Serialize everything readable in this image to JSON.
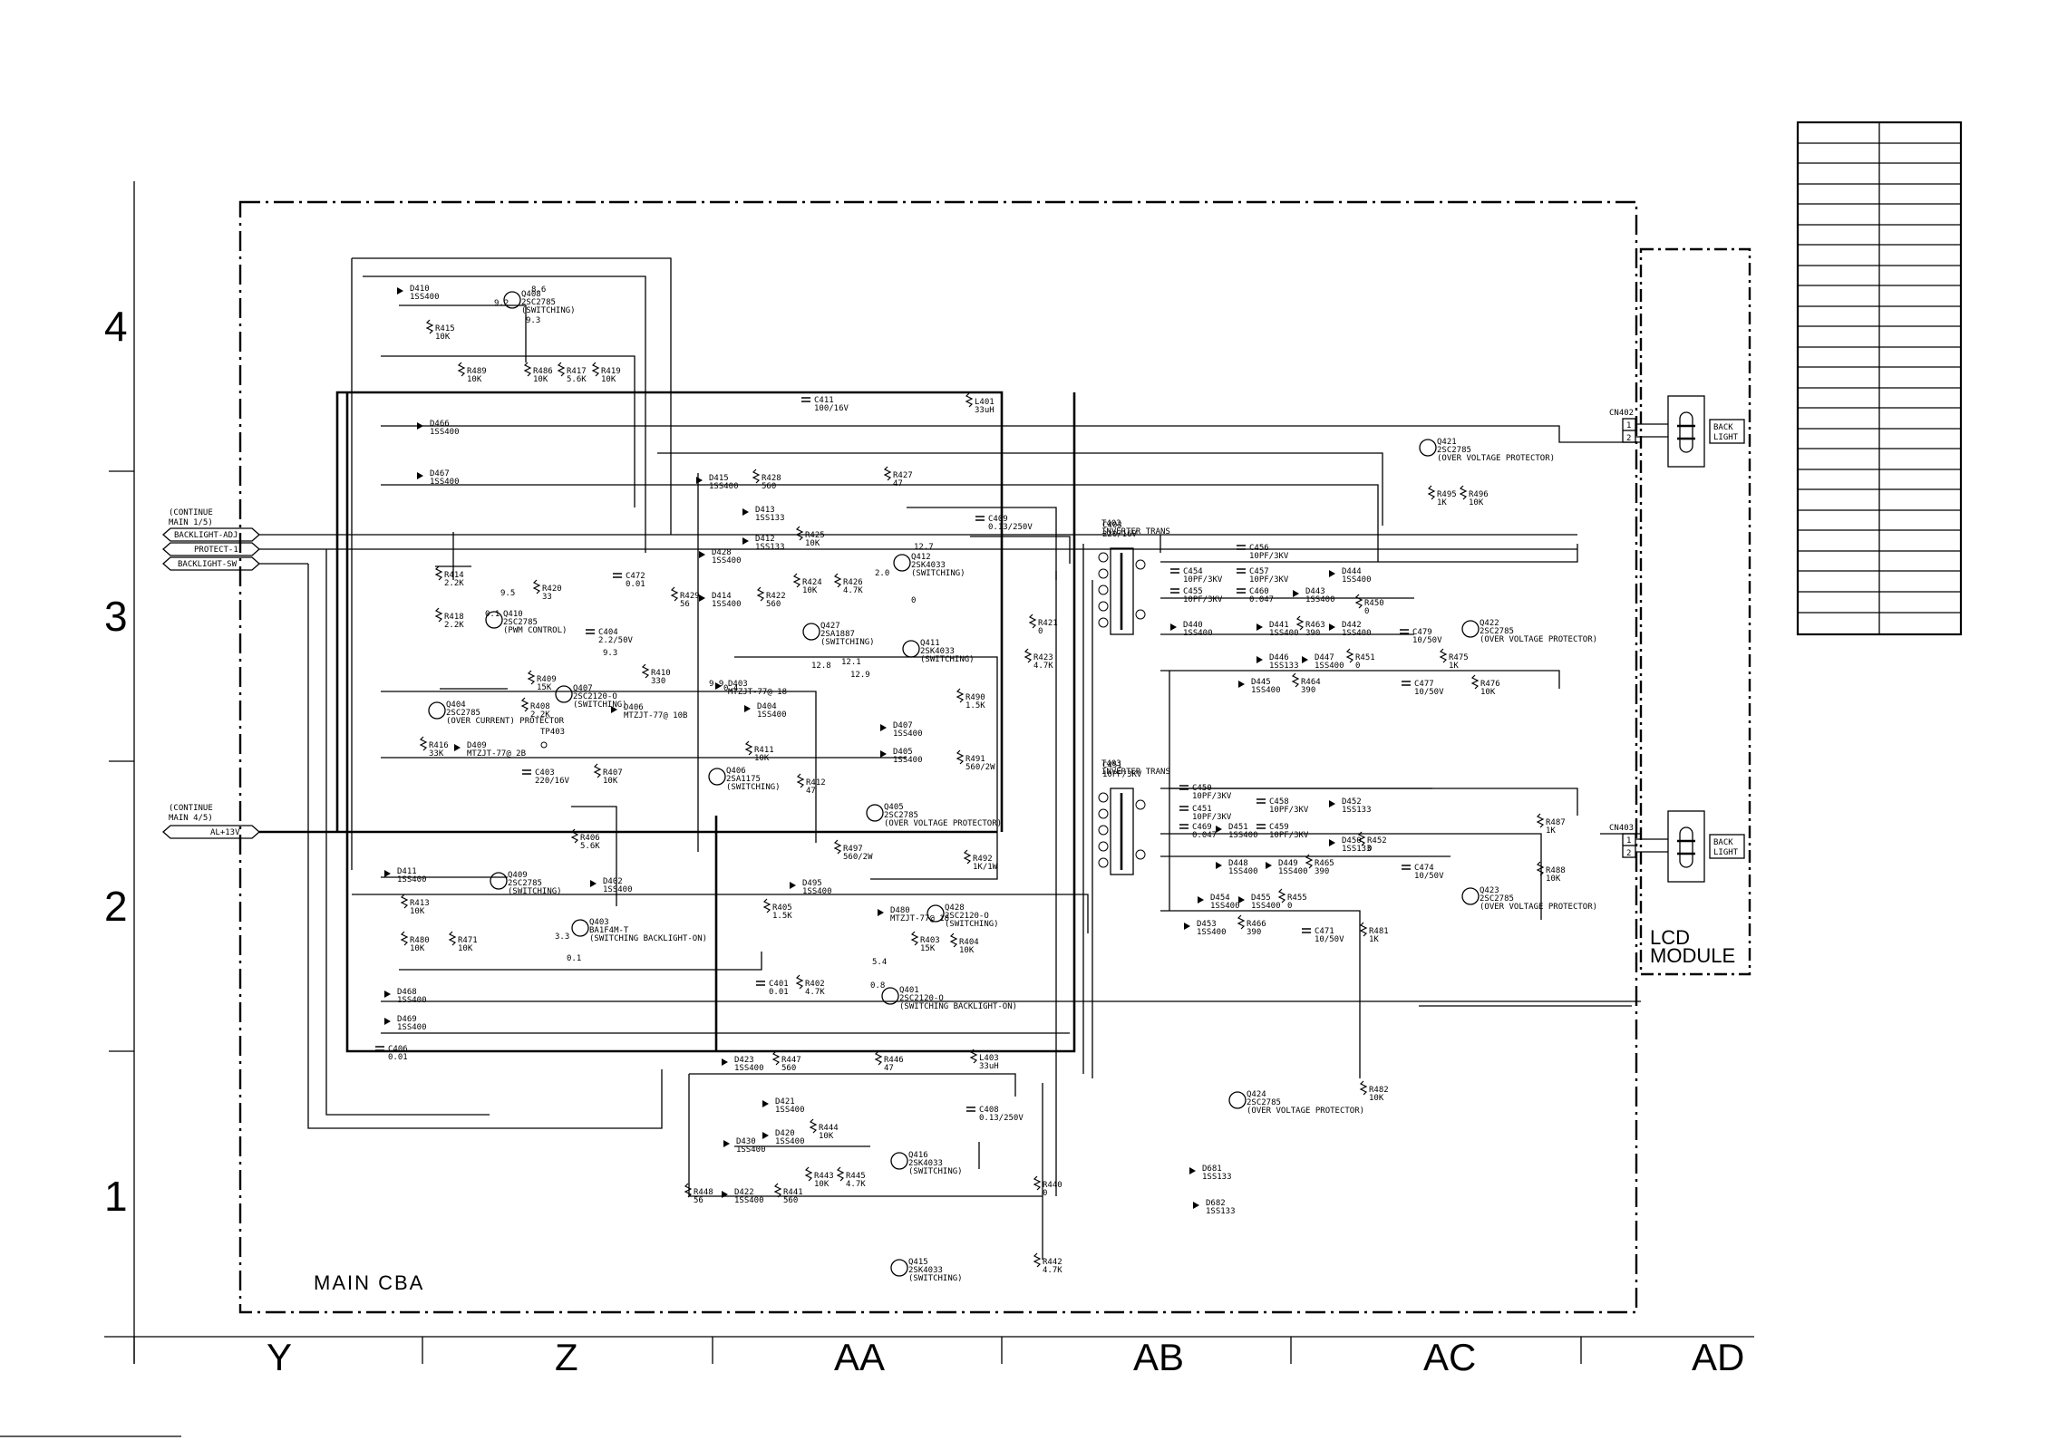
{
  "grid": {
    "rows": [
      "4",
      "3",
      "2",
      "1"
    ],
    "columns": [
      "Y",
      "Z",
      "AA",
      "AB",
      "AC",
      "AD"
    ]
  },
  "boards": {
    "main": "MAIN CBA",
    "lcd_line1": "LCD",
    "lcd_line2": "MODULE"
  },
  "connectors": {
    "cn402": "CN402",
    "cn403": "CN403",
    "backlight_top_1": "BACK",
    "backlight_top_2": "LIGHT",
    "backlight_bot_1": "BACK",
    "backlight_bot_2": "LIGHT",
    "pin1": "1",
    "pin2": "2"
  },
  "signals": {
    "continue_top_1": "(CONTINUE",
    "continue_top_2": "MAIN 1/5)",
    "backlight_adj": "BACKLIGHT-ADJ",
    "protect": "PROTECT-1",
    "backlight_sw": "BACKLIGHT-SW",
    "continue_bot_1": "(CONTINUE",
    "continue_bot_2": "MAIN 4/5)",
    "al13v": "AL+13V"
  },
  "components": [
    {
      "ref": "D410",
      "value": "1SS400"
    },
    {
      "ref": "Q408",
      "value": "2SC2785",
      "note": "(SWITCHING)"
    },
    {
      "ref": "R415",
      "value": "10K"
    },
    {
      "ref": "R489",
      "value": "10K"
    },
    {
      "ref": "R486",
      "value": "10K"
    },
    {
      "ref": "R417",
      "value": "5.6K"
    },
    {
      "ref": "R419",
      "value": "10K"
    },
    {
      "ref": "C411",
      "value": "100/16V"
    },
    {
      "ref": "L401",
      "value": "33uH"
    },
    {
      "ref": "D466",
      "value": "1SS400"
    },
    {
      "ref": "D467",
      "value": "1SS400"
    },
    {
      "ref": "D415",
      "value": "1SS400"
    },
    {
      "ref": "R428",
      "value": "560"
    },
    {
      "ref": "D413",
      "value": "1SS133"
    },
    {
      "ref": "D412",
      "value": "1SS133"
    },
    {
      "ref": "R425",
      "value": "10K"
    },
    {
      "ref": "R427",
      "value": "47"
    },
    {
      "ref": "Q412",
      "value": "2SK4033",
      "note": "(SWITCHING)"
    },
    {
      "ref": "C409",
      "value": "0.13/250V"
    },
    {
      "ref": "T402",
      "value": "INVERTER TRANS"
    },
    {
      "ref": "D428",
      "value": "1SS400"
    },
    {
      "ref": "R424",
      "value": "10K"
    },
    {
      "ref": "R426",
      "value": "4.7K"
    },
    {
      "ref": "R414",
      "value": "2.2K"
    },
    {
      "ref": "R418",
      "value": "2.2K"
    },
    {
      "ref": "R420",
      "value": "33"
    },
    {
      "ref": "Q410",
      "value": "2SC2785",
      "note": "(PWM CONTROL)"
    },
    {
      "ref": "C472",
      "value": "0.01"
    },
    {
      "ref": "R429",
      "value": "56"
    },
    {
      "ref": "D414",
      "value": "1SS400"
    },
    {
      "ref": "R422",
      "value": "560"
    },
    {
      "ref": "C404",
      "value": "2.2/50V"
    },
    {
      "ref": "Q427",
      "value": "2SA1887",
      "note": "(SWITCHING)"
    },
    {
      "ref": "Q411",
      "value": "2SK4033",
      "note": "(SWITCHING)"
    },
    {
      "ref": "R421",
      "value": "0"
    },
    {
      "ref": "R423",
      "value": "4.7K"
    },
    {
      "ref": "R410",
      "value": "330"
    },
    {
      "ref": "Q407",
      "value": "2SC2120-O",
      "note": "(SWITCHING)"
    },
    {
      "ref": "D403",
      "value": "MTZJT-77@ 18"
    },
    {
      "ref": "D404",
      "value": "1SS400"
    },
    {
      "ref": "R490",
      "value": "1.5K"
    },
    {
      "ref": "R409",
      "value": "15K"
    },
    {
      "ref": "R408",
      "value": "2.2K"
    },
    {
      "ref": "D406",
      "value": "MTZJT-77@ 10B"
    },
    {
      "ref": "Q404",
      "value": "2SC2785",
      "note": "(OVER CURRENT) PROTECTOR"
    },
    {
      "ref": "TP403",
      "value": ""
    },
    {
      "ref": "R416",
      "value": "33K"
    },
    {
      "ref": "D409",
      "value": "MTZJT-77@ 2B"
    },
    {
      "ref": "C403",
      "value": "220/16V"
    },
    {
      "ref": "R407",
      "value": "10K"
    },
    {
      "ref": "R411",
      "value": "10K"
    },
    {
      "ref": "D407",
      "value": "1SS400"
    },
    {
      "ref": "D405",
      "value": "1SS400"
    },
    {
      "ref": "Q406",
      "value": "2SA1175",
      "note": "(SWITCHING)"
    },
    {
      "ref": "R412",
      "value": "47"
    },
    {
      "ref": "Q405",
      "value": "2SC2785",
      "note": "(OVER VOLTAGE PROTECTOR)"
    },
    {
      "ref": "R491",
      "value": "560/2W"
    },
    {
      "ref": "R497",
      "value": "560/2W"
    },
    {
      "ref": "R492",
      "value": "1K/1W"
    },
    {
      "ref": "R406",
      "value": "5.6K"
    },
    {
      "ref": "D411",
      "value": "1SS400"
    },
    {
      "ref": "Q409",
      "value": "2SC2785",
      "note": "(SWITCHING)"
    },
    {
      "ref": "D402",
      "value": "1SS400"
    },
    {
      "ref": "R413",
      "value": "10K"
    },
    {
      "ref": "R480",
      "value": "10K"
    },
    {
      "ref": "R471",
      "value": "10K"
    },
    {
      "ref": "Q403",
      "value": "BA1F4M-T",
      "note": "(SWITCHING BACKLIGHT-ON)"
    },
    {
      "ref": "D495",
      "value": "1SS400"
    },
    {
      "ref": "R405",
      "value": "1.5K"
    },
    {
      "ref": "D480",
      "value": "MTZJT-77@ 18"
    },
    {
      "ref": "R403",
      "value": "15K"
    },
    {
      "ref": "R404",
      "value": "10K"
    },
    {
      "ref": "Q428",
      "value": "2SC2120-O",
      "note": "(SWITCHING)"
    },
    {
      "ref": "C401",
      "value": "0.01"
    },
    {
      "ref": "R402",
      "value": "4.7K"
    },
    {
      "ref": "Q401",
      "value": "2SC2120-O",
      "note": "(SWITCHING BACKLIGHT-ON)"
    },
    {
      "ref": "D468",
      "value": "1SS400"
    },
    {
      "ref": "D469",
      "value": "1SS400"
    },
    {
      "ref": "C406",
      "value": "0.01"
    },
    {
      "ref": "D423",
      "value": "1SS400"
    },
    {
      "ref": "R447",
      "value": "560"
    },
    {
      "ref": "R446",
      "value": "47"
    },
    {
      "ref": "L403",
      "value": "33uH"
    },
    {
      "ref": "D421",
      "value": "1SS400"
    },
    {
      "ref": "D420",
      "value": "1SS400"
    },
    {
      "ref": "R444",
      "value": "10K"
    },
    {
      "ref": "C408",
      "value": "0.13/250V"
    },
    {
      "ref": "Q416",
      "value": "2SK4033",
      "note": "(SWITCHING)"
    },
    {
      "ref": "D430",
      "value": "1SS400"
    },
    {
      "ref": "R443",
      "value": "10K"
    },
    {
      "ref": "R445",
      "value": "4.7K"
    },
    {
      "ref": "R448",
      "value": "56"
    },
    {
      "ref": "D422",
      "value": "1SS400"
    },
    {
      "ref": "R441",
      "value": "560"
    },
    {
      "ref": "R440",
      "value": "0"
    },
    {
      "ref": "Q415",
      "value": "2SK4033",
      "note": "(SWITCHING)"
    },
    {
      "ref": "R442",
      "value": "4.7K"
    },
    {
      "ref": "T403",
      "value": "INVERTER TRANS"
    },
    {
      "ref": "C454",
      "value": "10PF/3KV"
    },
    {
      "ref": "C455",
      "value": "10PF/3KV"
    },
    {
      "ref": "C456",
      "value": "10PF/3KV"
    },
    {
      "ref": "C457",
      "value": "10PF/3KV"
    },
    {
      "ref": "C460",
      "value": "0.047"
    },
    {
      "ref": "D443",
      "value": "1SS400"
    },
    {
      "ref": "D444",
      "value": "1SS400"
    },
    {
      "ref": "R450",
      "value": "0"
    },
    {
      "ref": "D440",
      "value": "1SS400"
    },
    {
      "ref": "D441",
      "value": "1SS400"
    },
    {
      "ref": "R463",
      "value": "390"
    },
    {
      "ref": "D442",
      "value": "1SS400"
    },
    {
      "ref": "C479",
      "value": "10/50V"
    },
    {
      "ref": "D446",
      "value": "1SS133"
    },
    {
      "ref": "D447",
      "value": "1SS400"
    },
    {
      "ref": "R451",
      "value": "0"
    },
    {
      "ref": "D445",
      "value": "1SS400"
    },
    {
      "ref": "R464",
      "value": "390"
    },
    {
      "ref": "R475",
      "value": "1K"
    },
    {
      "ref": "C477",
      "value": "10/50V"
    },
    {
      "ref": "R476",
      "value": "10K"
    },
    {
      "ref": "Q422",
      "value": "2SC2785",
      "note": "(OVER VOLTAGE PROTECTOR)"
    },
    {
      "ref": "Q421",
      "value": "2SC2785",
      "note": "(OVER VOLTAGE PROTECTOR)"
    },
    {
      "ref": "R495",
      "value": "1K"
    },
    {
      "ref": "R496",
      "value": "10K"
    },
    {
      "ref": "C450",
      "value": "10PF/3KV"
    },
    {
      "ref": "C451",
      "value": "10PF/3KV"
    },
    {
      "ref": "C458",
      "value": "10PF/3KV"
    },
    {
      "ref": "C459",
      "value": "10PF/3KV"
    },
    {
      "ref": "C469",
      "value": "0.047"
    },
    {
      "ref": "D452",
      "value": "1SS133"
    },
    {
      "ref": "D451",
      "value": "1SS400"
    },
    {
      "ref": "D448",
      "value": "1SS400"
    },
    {
      "ref": "D449",
      "value": "1SS400"
    },
    {
      "ref": "D450",
      "value": "1SS133"
    },
    {
      "ref": "R465",
      "value": "390"
    },
    {
      "ref": "R452",
      "value": "0"
    },
    {
      "ref": "C474",
      "value": "10/50V"
    },
    {
      "ref": "R487",
      "value": "1K"
    },
    {
      "ref": "R488",
      "value": "10K"
    },
    {
      "ref": "Q423",
      "value": "2SC2785",
      "note": "(OVER VOLTAGE PROTECTOR)"
    },
    {
      "ref": "D453",
      "value": "1SS400"
    },
    {
      "ref": "D454",
      "value": "1SS400"
    },
    {
      "ref": "R466",
      "value": "390"
    },
    {
      "ref": "D455",
      "value": "1SS400"
    },
    {
      "ref": "R455",
      "value": "0"
    },
    {
      "ref": "C471",
      "value": "10/50V"
    },
    {
      "ref": "R481",
      "value": "1K"
    },
    {
      "ref": "Q424",
      "value": "2SC2785",
      "note": "(OVER VOLTAGE PROTECTOR)"
    },
    {
      "ref": "R482",
      "value": "10K"
    },
    {
      "ref": "D681",
      "value": "1SS133"
    },
    {
      "ref": "D682",
      "value": "1SS133"
    }
  ],
  "voltages": [
    "9.2",
    "8.6",
    "9.3",
    "9.5",
    "0.1",
    "12.7",
    "2.0",
    "0",
    "12.8",
    "12.1",
    "12.9",
    "9.3",
    "9.9",
    "0.4",
    "5.4",
    "0.8",
    "3.3",
    "0.1"
  ]
}
